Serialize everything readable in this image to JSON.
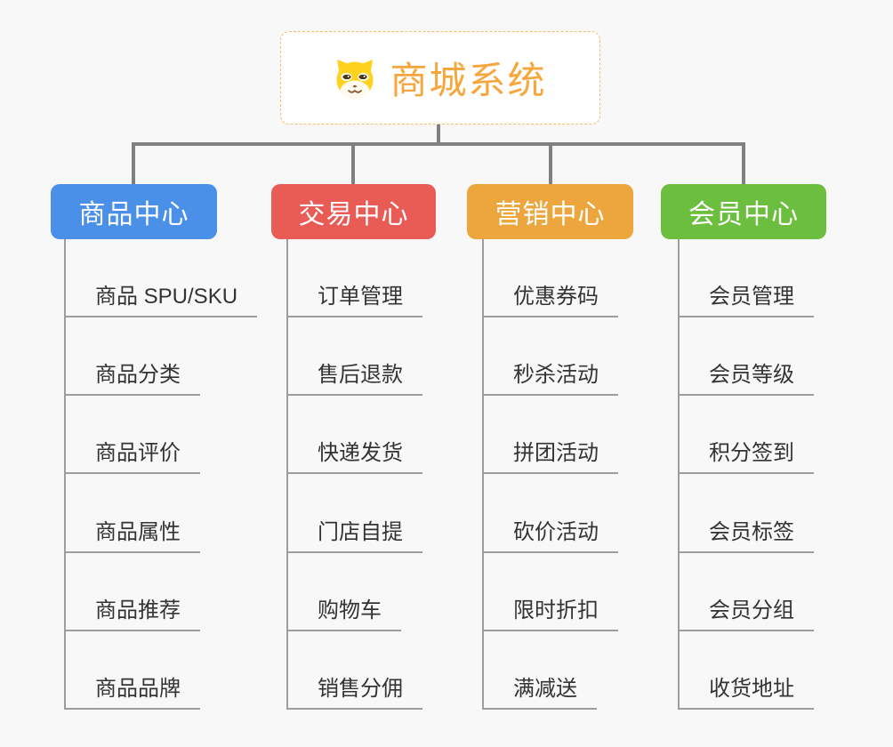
{
  "page": {
    "background_color": "#f8f8f8",
    "connector_thick_color": "#808080",
    "connector_thin_color": "#9e9e9e",
    "leaf_text_color": "#333333"
  },
  "root": {
    "title": "商城系统",
    "title_color": "#f6a63b",
    "border_color": "#f2bd6e",
    "icon": "dog-face-icon"
  },
  "branches": [
    {
      "label": "商品中心",
      "color": "#4a8fe8",
      "children": [
        "商品 SPU/SKU",
        "商品分类",
        "商品评价",
        "商品属性",
        "商品推荐",
        "商品品牌"
      ]
    },
    {
      "label": "交易中心",
      "color": "#e95b55",
      "children": [
        "订单管理",
        "售后退款",
        "快递发货",
        "门店自提",
        "购物车",
        "销售分佣"
      ]
    },
    {
      "label": "营销中心",
      "color": "#eca63d",
      "children": [
        "优惠券码",
        "秒杀活动",
        "拼团活动",
        "砍价活动",
        "限时折扣",
        "满减送"
      ]
    },
    {
      "label": "会员中心",
      "color": "#6cbe3f",
      "children": [
        "会员管理",
        "会员等级",
        "积分签到",
        "会员标签",
        "会员分组",
        "收货地址"
      ]
    }
  ]
}
